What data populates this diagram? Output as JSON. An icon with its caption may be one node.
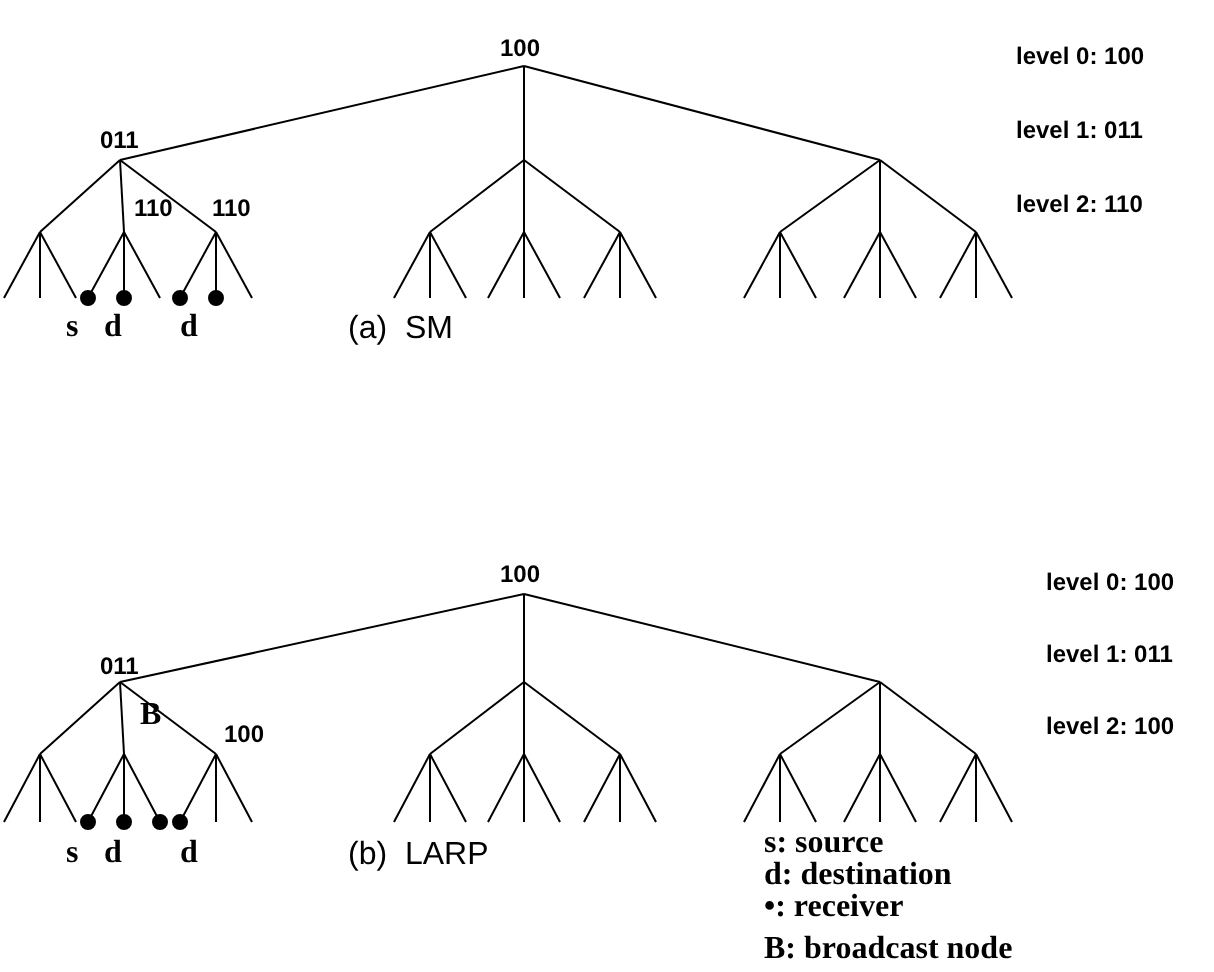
{
  "diagram": {
    "labels": [
      "100",
      "level 0: 100",
      "011",
      "level 1: 011",
      "110",
      "110",
      "level 2: 110",
      "s",
      "d",
      "d",
      "(a)  SM",
      "100",
      "level 0: 100",
      "011",
      "level 1: 011",
      "B",
      "100",
      "level 2: 100",
      "s",
      "d",
      "d",
      "(b)  LARP",
      "s: source",
      "d: destination",
      "•: receiver",
      "B: broadcast node"
    ]
  }
}
